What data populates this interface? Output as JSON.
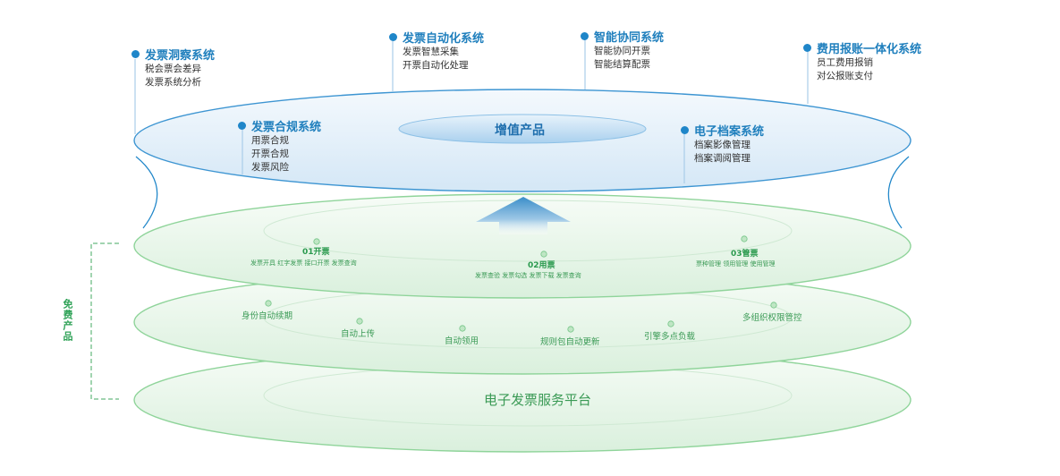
{
  "top_layer": {
    "center_label": "增值产品",
    "systems": [
      {
        "title": "发票洞察系统",
        "items": [
          "税会票会差异",
          "发票系统分析"
        ]
      },
      {
        "title": "发票自动化系统",
        "items": [
          "发票智慧采集",
          "开票自动化处理"
        ]
      },
      {
        "title": "智能协同系统",
        "items": [
          "智能协同开票",
          "智能结算配票"
        ]
      },
      {
        "title": "费用报账一体化系统",
        "items": [
          "员工费用报销",
          "对公报账支付"
        ]
      },
      {
        "title": "发票合规系统",
        "items": [
          "用票合规",
          "开票合规",
          "发票风险"
        ]
      },
      {
        "title": "电子档案系统",
        "items": [
          "档案影像管理",
          "档案调阅管理"
        ]
      }
    ]
  },
  "layer2": {
    "groups": [
      {
        "title": "01开票",
        "items": "发票开具  红字发票  接口开票  发票查询"
      },
      {
        "title": "02用票",
        "items": "发票查验  发票勾选  发票下载  发票查询"
      },
      {
        "title": "03管票",
        "items": "票种管理  领用管理  使用管理"
      }
    ]
  },
  "layer3": {
    "features": [
      "身份自动续期",
      "自动上传",
      "自动领用",
      "规则包自动更新",
      "引擎多点负载",
      "多组织权限管控"
    ]
  },
  "layer4": {
    "label": "电子发票服务平台"
  },
  "free_label": "免费产品",
  "colors": {
    "blue": "#1f86c9",
    "green": "#3a9a55"
  }
}
